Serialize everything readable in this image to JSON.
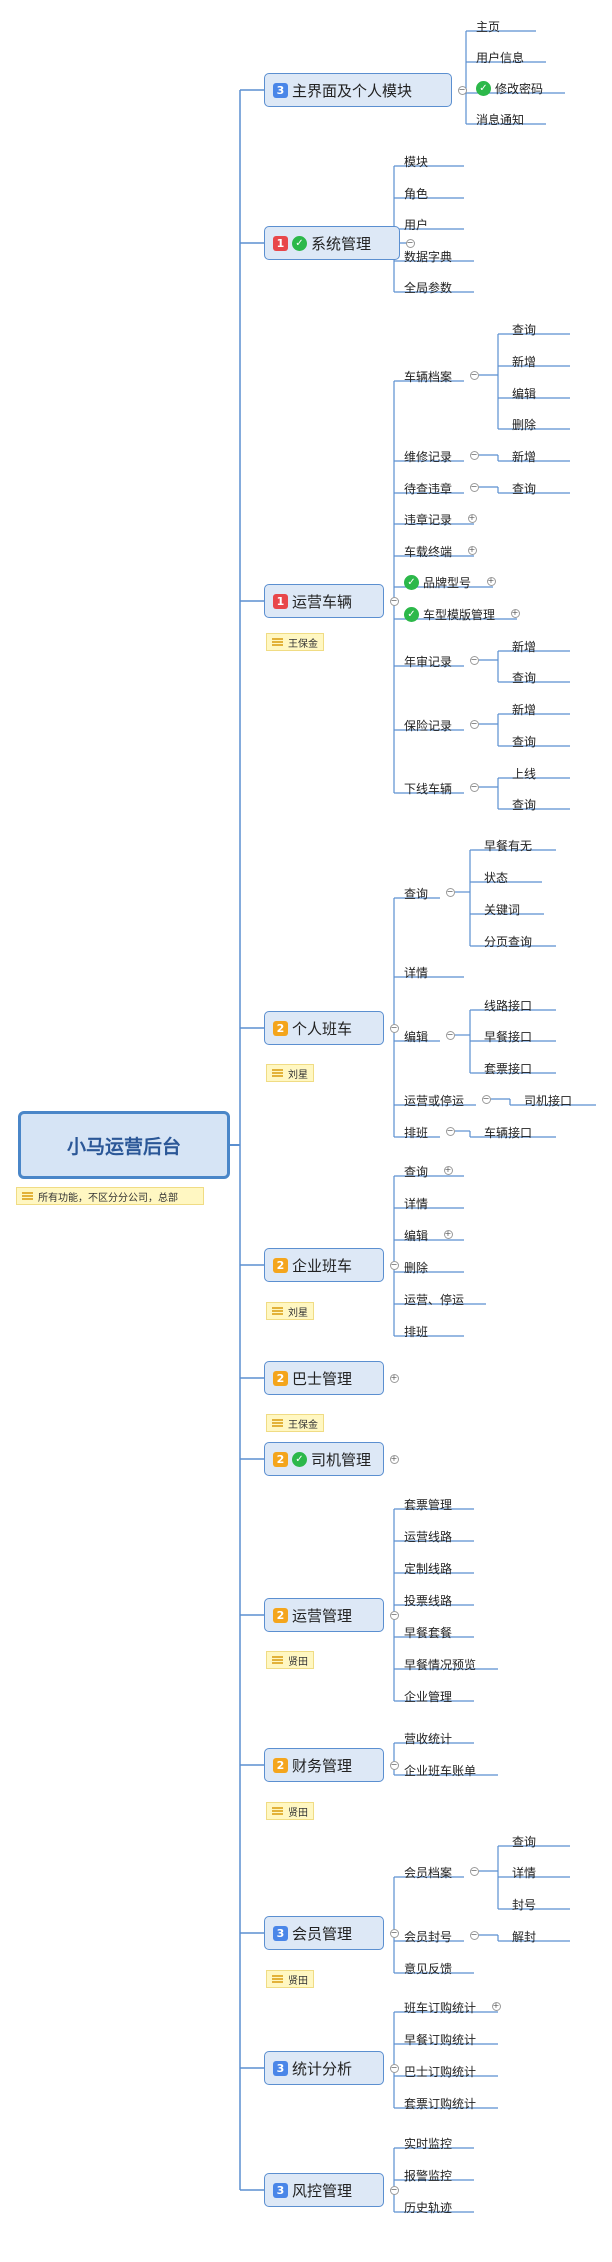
{
  "colors": {
    "line": "#5b8fd0",
    "badge1": "#e8474a",
    "badge2": "#f4a51c",
    "badge3": "#4a86e8",
    "check": "#2cb84a"
  },
  "root": {
    "title": "小马运营后台",
    "note": "所有功能，不区分分公司，总部"
  },
  "branches": [
    {
      "label": "主界面及个人模块",
      "badge": "3",
      "children": [
        {
          "label": "主页"
        },
        {
          "label": "用户信息"
        },
        {
          "label": "修改密码",
          "check": true
        },
        {
          "label": "消息通知"
        }
      ]
    },
    {
      "label": "系统管理",
      "badge": "1",
      "check": true,
      "children": [
        {
          "label": "模块"
        },
        {
          "label": "角色"
        },
        {
          "label": "用户"
        },
        {
          "label": "数据字典"
        },
        {
          "label": "全局参数"
        }
      ]
    },
    {
      "label": "运营车辆",
      "badge": "1",
      "note": "王保金",
      "children": [
        {
          "label": "车辆档案",
          "children": [
            {
              "label": "查询"
            },
            {
              "label": "新增"
            },
            {
              "label": "编辑"
            },
            {
              "label": "删除"
            }
          ]
        },
        {
          "label": "维修记录",
          "children": [
            {
              "label": "新增"
            }
          ]
        },
        {
          "label": "待查违章",
          "children": [
            {
              "label": "查询"
            }
          ]
        },
        {
          "label": "违章记录",
          "collapsed": true
        },
        {
          "label": "车载终端",
          "collapsed": true
        },
        {
          "label": "品牌型号",
          "check": true,
          "collapsed": true
        },
        {
          "label": "车型模版管理",
          "check": true,
          "collapsed": true
        },
        {
          "label": "年审记录",
          "children": [
            {
              "label": "新增"
            },
            {
              "label": "查询"
            }
          ]
        },
        {
          "label": "保险记录",
          "children": [
            {
              "label": "新增"
            },
            {
              "label": "查询"
            }
          ]
        },
        {
          "label": "下线车辆",
          "children": [
            {
              "label": "上线"
            },
            {
              "label": "查询"
            }
          ]
        }
      ]
    },
    {
      "label": "个人班车",
      "badge": "2",
      "note": "刘星",
      "children": [
        {
          "label": "查询",
          "children": [
            {
              "label": "早餐有无"
            },
            {
              "label": "状态"
            },
            {
              "label": "关键词"
            },
            {
              "label": "分页查询"
            }
          ]
        },
        {
          "label": "详情"
        },
        {
          "label": "编辑",
          "children": [
            {
              "label": "线路接口"
            },
            {
              "label": "早餐接口"
            },
            {
              "label": "套票接口"
            }
          ]
        },
        {
          "label": "运营或停运",
          "children": [
            {
              "label": "司机接口"
            }
          ]
        },
        {
          "label": "排班",
          "children": [
            {
              "label": "车辆接口"
            }
          ]
        }
      ]
    },
    {
      "label": "企业班车",
      "badge": "2",
      "note": "刘星",
      "children": [
        {
          "label": "查询",
          "collapsed": true
        },
        {
          "label": "详情"
        },
        {
          "label": "编辑",
          "collapsed": true
        },
        {
          "label": "删除"
        },
        {
          "label": "运营、停运"
        },
        {
          "label": "排班"
        }
      ]
    },
    {
      "label": "巴士管理",
      "badge": "2",
      "note": "王保金",
      "collapsed": true,
      "children": []
    },
    {
      "label": "司机管理",
      "badge": "2",
      "check": true,
      "collapsed": true,
      "children": []
    },
    {
      "label": "运营管理",
      "badge": "2",
      "note": "贤田",
      "children": [
        {
          "label": "套票管理"
        },
        {
          "label": "运营线路"
        },
        {
          "label": "定制线路"
        },
        {
          "label": "投票线路"
        },
        {
          "label": "早餐套餐"
        },
        {
          "label": "早餐情况预览"
        },
        {
          "label": "企业管理"
        }
      ]
    },
    {
      "label": "财务管理",
      "badge": "2",
      "note": "贤田",
      "children": [
        {
          "label": "营收统计"
        },
        {
          "label": "企业班车账单"
        }
      ]
    },
    {
      "label": "会员管理",
      "badge": "3",
      "note": "贤田",
      "children": [
        {
          "label": "会员档案",
          "children": [
            {
              "label": "查询"
            },
            {
              "label": "详情"
            },
            {
              "label": "封号"
            }
          ]
        },
        {
          "label": "会员封号",
          "children": [
            {
              "label": "解封"
            }
          ]
        },
        {
          "label": "意见反馈"
        }
      ]
    },
    {
      "label": "统计分析",
      "badge": "3",
      "children": [
        {
          "label": "班车订购统计",
          "collapsed": true
        },
        {
          "label": "早餐订购统计"
        },
        {
          "label": "巴士订购统计"
        },
        {
          "label": "套票订购统计"
        }
      ]
    },
    {
      "label": "风控管理",
      "badge": "3",
      "children": [
        {
          "label": "实时监控"
        },
        {
          "label": "报警监控"
        },
        {
          "label": "历史轨迹"
        }
      ]
    }
  ]
}
